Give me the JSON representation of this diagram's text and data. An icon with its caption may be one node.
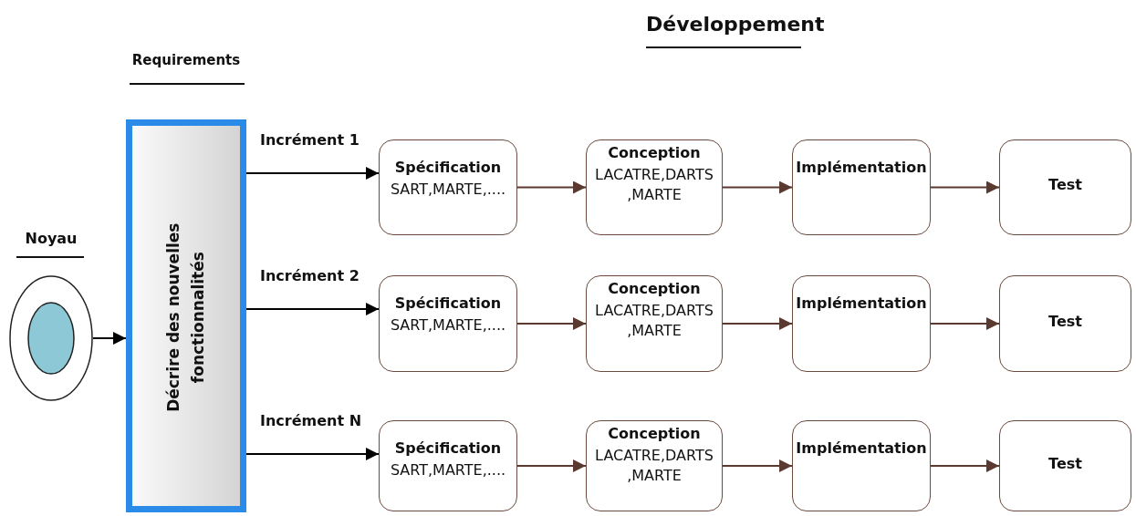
{
  "diagram": {
    "title": "Développement",
    "nodes": [
      {
        "text": [
          "Noyau"
        ]
      },
      {
        "text": [
          "Requirements",
          "Décrire des nouvelles fonctionnalités"
        ]
      },
      {
        "text": [
          "Spécification",
          "SART,MARTE,...."
        ]
      },
      {
        "text": [
          "Conception",
          "LACATRE,DARTS ,MARTE"
        ]
      },
      {
        "text": [
          "Implémentation"
        ]
      },
      {
        "text": [
          "Test"
        ]
      },
      {
        "text": [
          "Spécification",
          "SART,MARTE,...."
        ]
      },
      {
        "text": [
          "Conception",
          "LACATRE,DARTS ,MARTE"
        ]
      },
      {
        "text": [
          "Implémentation"
        ]
      },
      {
        "text": [
          "Test"
        ]
      },
      {
        "text": [
          "Spécification",
          "SART,MARTE,...."
        ]
      },
      {
        "text": [
          "Conception",
          "LACATRE,DARTS ,MARTE"
        ]
      },
      {
        "text": [
          "Implémentation"
        ]
      },
      {
        "text": [
          "Test"
        ]
      }
    ],
    "edges": [
      {
        "from": 0,
        "to": 1,
        "arrow": "to",
        "color": "#000000"
      },
      {
        "from": 1,
        "to": 2,
        "arrow": "to",
        "label": "Incrément 1",
        "color": "#000000"
      },
      {
        "from": 1,
        "to": 6,
        "arrow": "to",
        "label": "Incrément 2",
        "color": "#000000"
      },
      {
        "from": 1,
        "to": 10,
        "arrow": "to",
        "label": "Incrément N",
        "color": "#000000"
      },
      {
        "from": 2,
        "to": 3,
        "arrow": "to"
      },
      {
        "from": 3,
        "to": 4,
        "arrow": "to"
      },
      {
        "from": 4,
        "to": 5,
        "arrow": "to"
      },
      {
        "from": 6,
        "to": 7,
        "arrow": "to"
      },
      {
        "from": 7,
        "to": 8,
        "arrow": "to"
      },
      {
        "from": 8,
        "to": 9,
        "arrow": "to"
      },
      {
        "from": 10,
        "to": 11,
        "arrow": "to"
      },
      {
        "from": 11,
        "to": 12,
        "arrow": "to"
      },
      {
        "from": 12,
        "to": 13,
        "arrow": "to"
      }
    ]
  }
}
